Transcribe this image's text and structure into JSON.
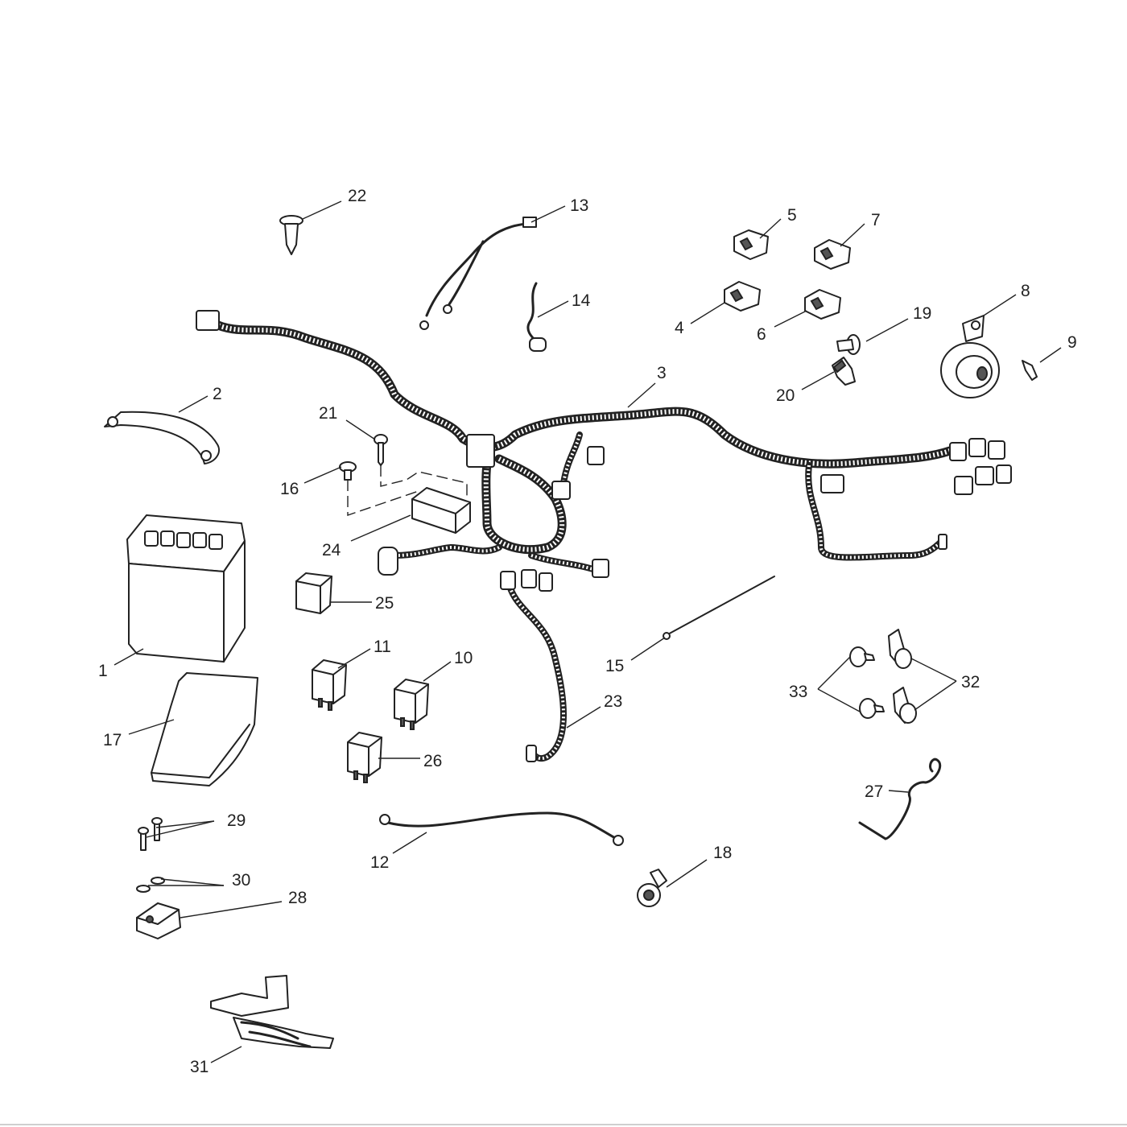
{
  "diagram": {
    "callouts": [
      "1",
      "2",
      "3",
      "4",
      "5",
      "6",
      "7",
      "8",
      "9",
      "10",
      "11",
      "12",
      "13",
      "14",
      "15",
      "16",
      "17",
      "18",
      "19",
      "20",
      "21",
      "22",
      "23",
      "24",
      "25",
      "26",
      "27",
      "28",
      "29",
      "30",
      "31",
      "32",
      "33"
    ],
    "colors": {
      "ink": "#222222",
      "paper": "#ffffff",
      "shade": "#555555"
    }
  }
}
